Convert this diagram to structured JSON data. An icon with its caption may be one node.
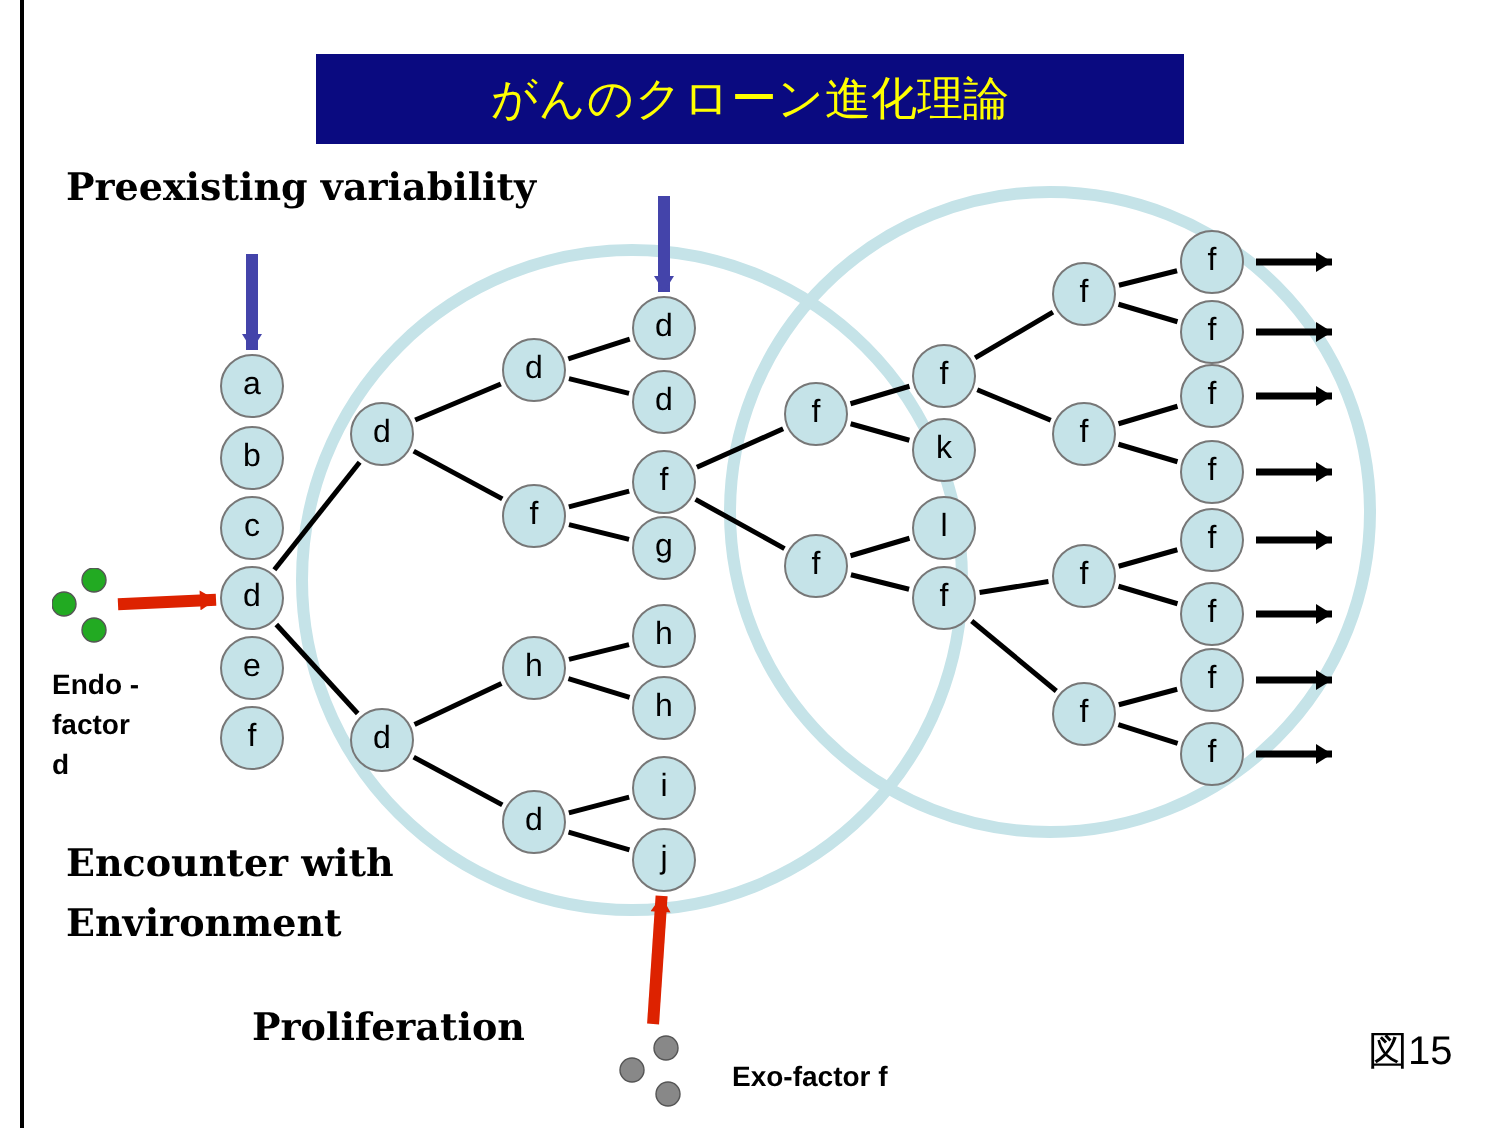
{
  "diagram": {
    "title": "がんのクローン進化理論",
    "nodes": [
      {
        "text": [
          "a"
        ]
      },
      {
        "text": [
          "b"
        ]
      },
      {
        "text": [
          "c"
        ]
      },
      {
        "text": [
          "d"
        ]
      },
      {
        "text": [
          "e"
        ]
      },
      {
        "text": [
          "f"
        ]
      },
      {
        "text": [
          "d"
        ]
      },
      {
        "text": [
          "d"
        ]
      },
      {
        "text": [
          "d"
        ]
      },
      {
        "text": [
          "f"
        ]
      },
      {
        "text": [
          "h"
        ]
      },
      {
        "text": [
          "d"
        ]
      },
      {
        "text": [
          "d"
        ]
      },
      {
        "text": [
          "d"
        ]
      },
      {
        "text": [
          "f"
        ]
      },
      {
        "text": [
          "g"
        ]
      },
      {
        "text": [
          "h"
        ]
      },
      {
        "text": [
          "h"
        ]
      },
      {
        "text": [
          "i"
        ]
      },
      {
        "text": [
          "j"
        ]
      },
      {
        "text": [
          "f"
        ]
      },
      {
        "text": [
          "f"
        ]
      },
      {
        "text": [
          "f"
        ]
      },
      {
        "text": [
          "k"
        ]
      },
      {
        "text": [
          "l"
        ]
      },
      {
        "text": [
          "f"
        ]
      },
      {
        "text": [
          "f"
        ]
      },
      {
        "text": [
          "f"
        ]
      },
      {
        "text": [
          "f"
        ]
      },
      {
        "text": [
          "f"
        ]
      },
      {
        "text": [
          "f"
        ]
      },
      {
        "text": [
          "f"
        ]
      },
      {
        "text": [
          "f"
        ]
      },
      {
        "text": [
          "f"
        ]
      },
      {
        "text": [
          "f"
        ]
      },
      {
        "text": [
          "f"
        ]
      },
      {
        "text": [
          "f"
        ]
      },
      {
        "text": [
          "f"
        ]
      },
      {
        "text": [],
        "shape": "picture",
        "beside": [
          "Endo - factor d"
        ]
      },
      {
        "text": [],
        "shape": "picture",
        "beside": [
          "Exo-factor f"
        ]
      }
    ],
    "edges": [
      {
        "from": 3,
        "to": 6,
        "arrow": "none"
      },
      {
        "from": 3,
        "to": 7,
        "arrow": "none"
      },
      {
        "from": 6,
        "to": 8,
        "arrow": "none"
      },
      {
        "from": 6,
        "to": 9,
        "arrow": "none"
      },
      {
        "from": 7,
        "to": 10,
        "arrow": "none"
      },
      {
        "from": 7,
        "to": 11,
        "arrow": "none"
      },
      {
        "from": 8,
        "to": 12,
        "arrow": "none"
      },
      {
        "from": 8,
        "to": 13,
        "arrow": "none"
      },
      {
        "from": 9,
        "to": 14,
        "arrow": "none"
      },
      {
        "from": 9,
        "to": 15,
        "arrow": "none"
      },
      {
        "from": 10,
        "to": 16,
        "arrow": "none"
      },
      {
        "from": 10,
        "to": 17,
        "arrow": "none"
      },
      {
        "from": 11,
        "to": 18,
        "arrow": "none"
      },
      {
        "from": 11,
        "to": 19,
        "arrow": "none"
      },
      {
        "from": 14,
        "to": 20,
        "arrow": "none"
      },
      {
        "from": 14,
        "to": 21,
        "arrow": "none"
      },
      {
        "from": 20,
        "to": 22,
        "arrow": "none"
      },
      {
        "from": 20,
        "to": 23,
        "arrow": "none"
      },
      {
        "from": 21,
        "to": 24,
        "arrow": "none"
      },
      {
        "from": 21,
        "to": 25,
        "arrow": "none"
      },
      {
        "from": 22,
        "to": 26,
        "arrow": "none"
      },
      {
        "from": 22,
        "to": 27,
        "arrow": "none"
      },
      {
        "from": 25,
        "to": 28,
        "arrow": "none"
      },
      {
        "from": 25,
        "to": 29,
        "arrow": "none"
      },
      {
        "from": 26,
        "to": 30,
        "arrow": "none"
      },
      {
        "from": 26,
        "to": 31,
        "arrow": "none"
      },
      {
        "from": 27,
        "to": 32,
        "arrow": "none"
      },
      {
        "from": 27,
        "to": 33,
        "arrow": "none"
      },
      {
        "from": 28,
        "to": 34,
        "arrow": "none"
      },
      {
        "from": 28,
        "to": 35,
        "arrow": "none"
      },
      {
        "from": 29,
        "to": 36,
        "arrow": "none"
      },
      {
        "from": 29,
        "to": 37,
        "arrow": "none"
      },
      {
        "from": 30,
        "to": null,
        "arrow": "to"
      },
      {
        "from": 31,
        "to": null,
        "arrow": "to"
      },
      {
        "from": 32,
        "to": null,
        "arrow": "to"
      },
      {
        "from": 33,
        "to": null,
        "arrow": "to"
      },
      {
        "from": 34,
        "to": null,
        "arrow": "to"
      },
      {
        "from": 35,
        "to": null,
        "arrow": "to"
      },
      {
        "from": 36,
        "to": null,
        "arrow": "to"
      },
      {
        "from": 37,
        "to": null,
        "arrow": "to"
      },
      {
        "from": null,
        "to": 0,
        "arrow": "to",
        "style": "thick",
        "color": "#4444aa"
      },
      {
        "from": null,
        "to": 12,
        "arrow": "to",
        "style": "thick",
        "color": "#4444aa"
      },
      {
        "from": 38,
        "to": 3,
        "arrow": "to",
        "style": "thick",
        "color": "#dd2200"
      },
      {
        "from": 39,
        "to": 19,
        "arrow": "to",
        "style": "thick",
        "color": "#dd2200"
      }
    ],
    "labels": [
      "Preexisting variability",
      "Encounter with Environment",
      "Proliferation",
      "図15"
    ]
  }
}
